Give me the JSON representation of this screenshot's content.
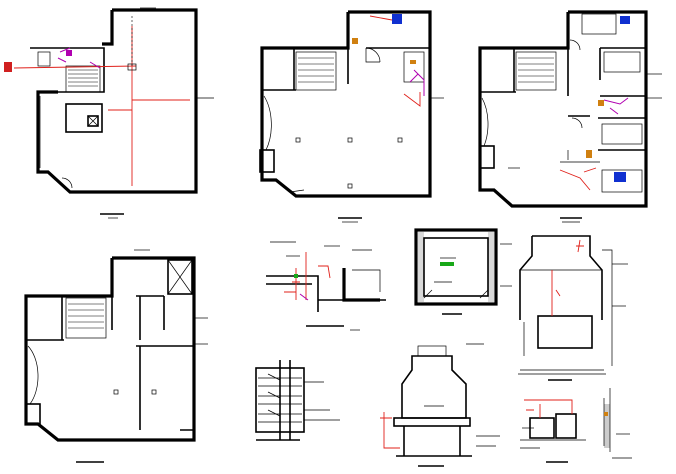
{
  "drawing": {
    "type": "CAD plumbing / water supply layout sheet",
    "colors": {
      "walls": "#000000",
      "pipes_red": "#e0201a",
      "pipes_magenta": "#b000b0",
      "fixture_blue": "#1030d0",
      "fixture_orange": "#d08010",
      "tank_label_green": "#18a818",
      "background": "#ffffff"
    },
    "panels": [
      {
        "id": "ground-floor-plan"
      },
      {
        "id": "first-floor-plan"
      },
      {
        "id": "second-floor-plan"
      },
      {
        "id": "terrace-floor-plan"
      },
      {
        "id": "pipe-connection-detail"
      },
      {
        "id": "underground-tank-section"
      },
      {
        "id": "overhead-tank-section"
      },
      {
        "id": "riser-detail"
      },
      {
        "id": "overhead-tank-elevation"
      },
      {
        "id": "pump-detail"
      }
    ]
  }
}
